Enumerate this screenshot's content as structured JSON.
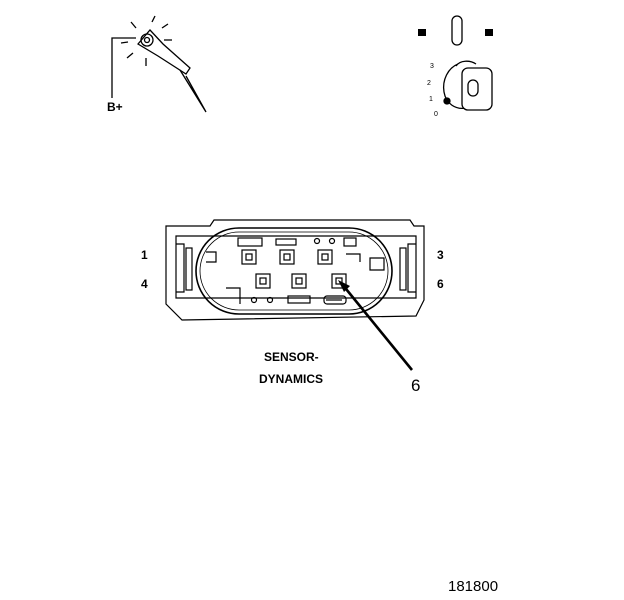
{
  "battery": {
    "label": "B+"
  },
  "ignition": {
    "positions": [
      "3",
      "2",
      "1",
      "0"
    ]
  },
  "connector": {
    "pin_labels": {
      "top_left": "1",
      "top_right": "3",
      "bottom_left": "4",
      "bottom_right": "6"
    },
    "callout": "6"
  },
  "sensor": {
    "line1": "SENSOR-",
    "line2": "DYNAMICS"
  },
  "figure_number": "181800"
}
